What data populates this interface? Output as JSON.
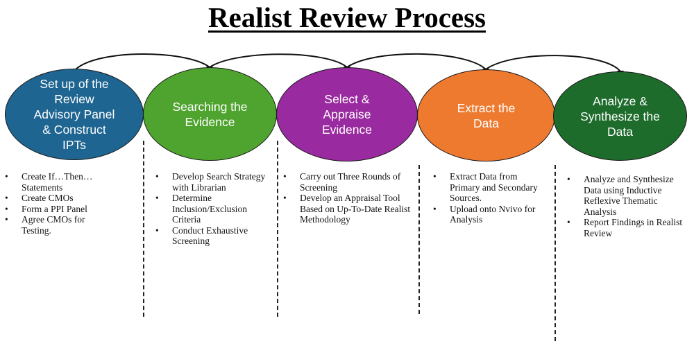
{
  "title": "Realist Review Process",
  "colors": {
    "step1": "#1e6591",
    "step2": "#4fa42f",
    "step3": "#9a2a9f",
    "step4": "#ee7a30",
    "step5": "#1e6c2c"
  },
  "steps": [
    {
      "label": "Set up of the\nReview\nAdvisory Panel\n& Construct\nIPTs",
      "bullets": [
        "Create If…Then… Statements",
        "Create CMOs",
        "Form a PPI Panel",
        "Agree CMOs for Testing."
      ]
    },
    {
      "label": "Searching the\nEvidence",
      "bullets": [
        "Develop Search Strategy with Librarian",
        "Determine Inclusion/Exclusion Criteria",
        "Conduct Exhaustive Screening"
      ]
    },
    {
      "label": "Select &\nAppraise\nEvidence",
      "bullets": [
        "Carry out Three Rounds of Screening",
        "Develop an Appraisal Tool Based on Up-To-Date Realist Methodology"
      ]
    },
    {
      "label": "Extract the\nData",
      "bullets": [
        "Extract Data from Primary and Secondary Sources.",
        "Upload onto Nvivo for Analysis"
      ]
    },
    {
      "label": "Analyze &\nSynthesize the\nData",
      "bullets": [
        "Analyze and Synthesize Data using Inductive Reflexive Thematic Analysis",
        "Report Findings in Realist Review"
      ]
    }
  ]
}
